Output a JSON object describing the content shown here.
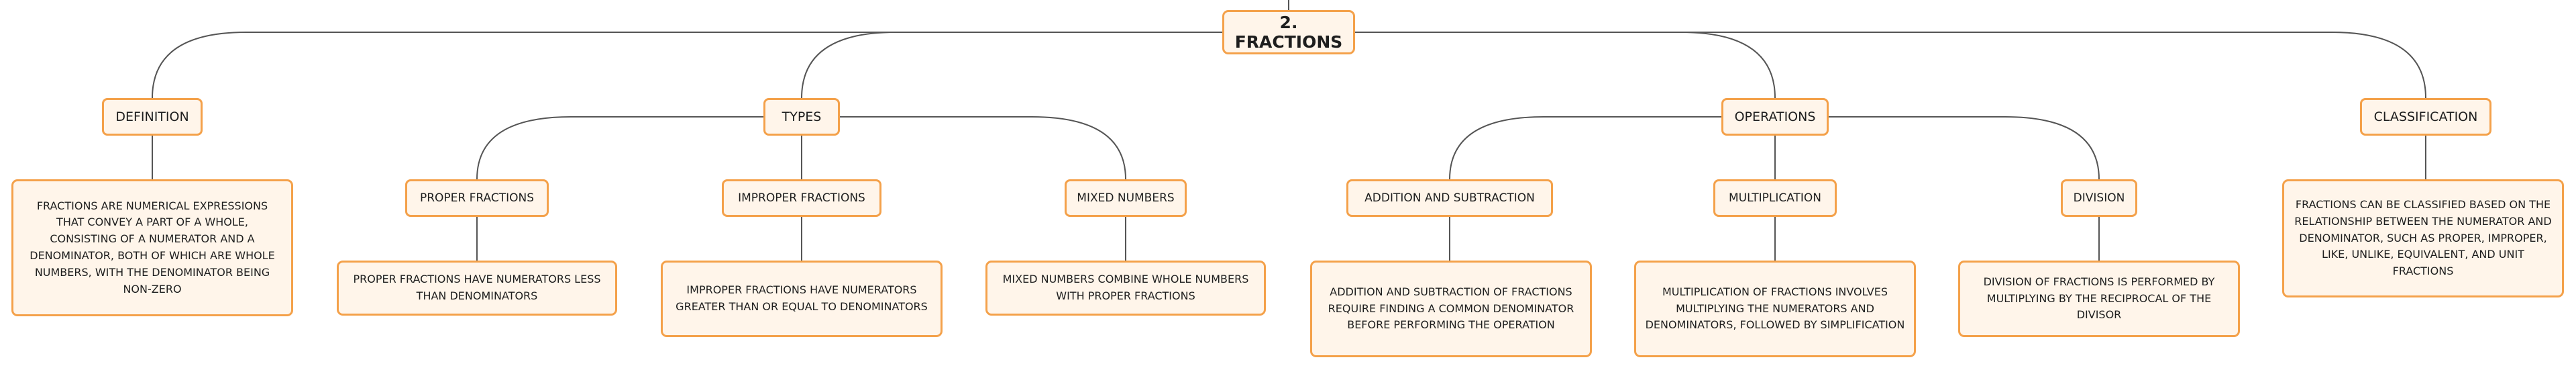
{
  "theme": {
    "node_fill": "#fff5ea",
    "node_border": "#f4a14a",
    "connector": "#555555",
    "text": "#1e1e1e"
  },
  "mindmap": {
    "root": {
      "label": "2. FRACTIONS"
    },
    "branches": {
      "definition": {
        "label": "DEFINITION",
        "description": "FRACTIONS ARE NUMERICAL EXPRESSIONS THAT CONVEY A PART OF A WHOLE, CONSISTING OF A NUMERATOR AND A DENOMINATOR, BOTH OF WHICH ARE WHOLE NUMBERS, WITH THE DENOMINATOR BEING NON-ZERO"
      },
      "types": {
        "label": "TYPES",
        "proper": {
          "label": "PROPER FRACTIONS",
          "description": "PROPER FRACTIONS HAVE NUMERATORS LESS THAN DENOMINATORS"
        },
        "improper": {
          "label": "IMPROPER FRACTIONS",
          "description": "IMPROPER FRACTIONS HAVE NUMERATORS GREATER THAN OR EQUAL TO DENOMINATORS"
        },
        "mixed": {
          "label": "MIXED NUMBERS",
          "description": "MIXED NUMBERS COMBINE WHOLE NUMBERS WITH PROPER FRACTIONS"
        }
      },
      "operations": {
        "label": "OPERATIONS",
        "addition": {
          "label": "ADDITION AND SUBTRACTION",
          "description": "ADDITION AND SUBTRACTION OF FRACTIONS REQUIRE FINDING A COMMON DENOMINATOR BEFORE PERFORMING THE OPERATION"
        },
        "multiplication": {
          "label": "MULTIPLICATION",
          "description": "MULTIPLICATION OF FRACTIONS INVOLVES MULTIPLYING THE NUMERATORS AND DENOMINATORS, FOLLOWED BY SIMPLIFICATION"
        },
        "division": {
          "label": "DIVISION",
          "description": "DIVISION OF FRACTIONS IS PERFORMED BY MULTIPLYING BY THE RECIPROCAL OF THE DIVISOR"
        }
      },
      "classification": {
        "label": "CLASSIFICATION",
        "description": "FRACTIONS CAN BE CLASSIFIED BASED ON THE RELATIONSHIP BETWEEN THE NUMERATOR AND DENOMINATOR, SUCH AS PROPER, IMPROPER, LIKE, UNLIKE, EQUIVALENT, AND UNIT FRACTIONS"
      }
    }
  }
}
